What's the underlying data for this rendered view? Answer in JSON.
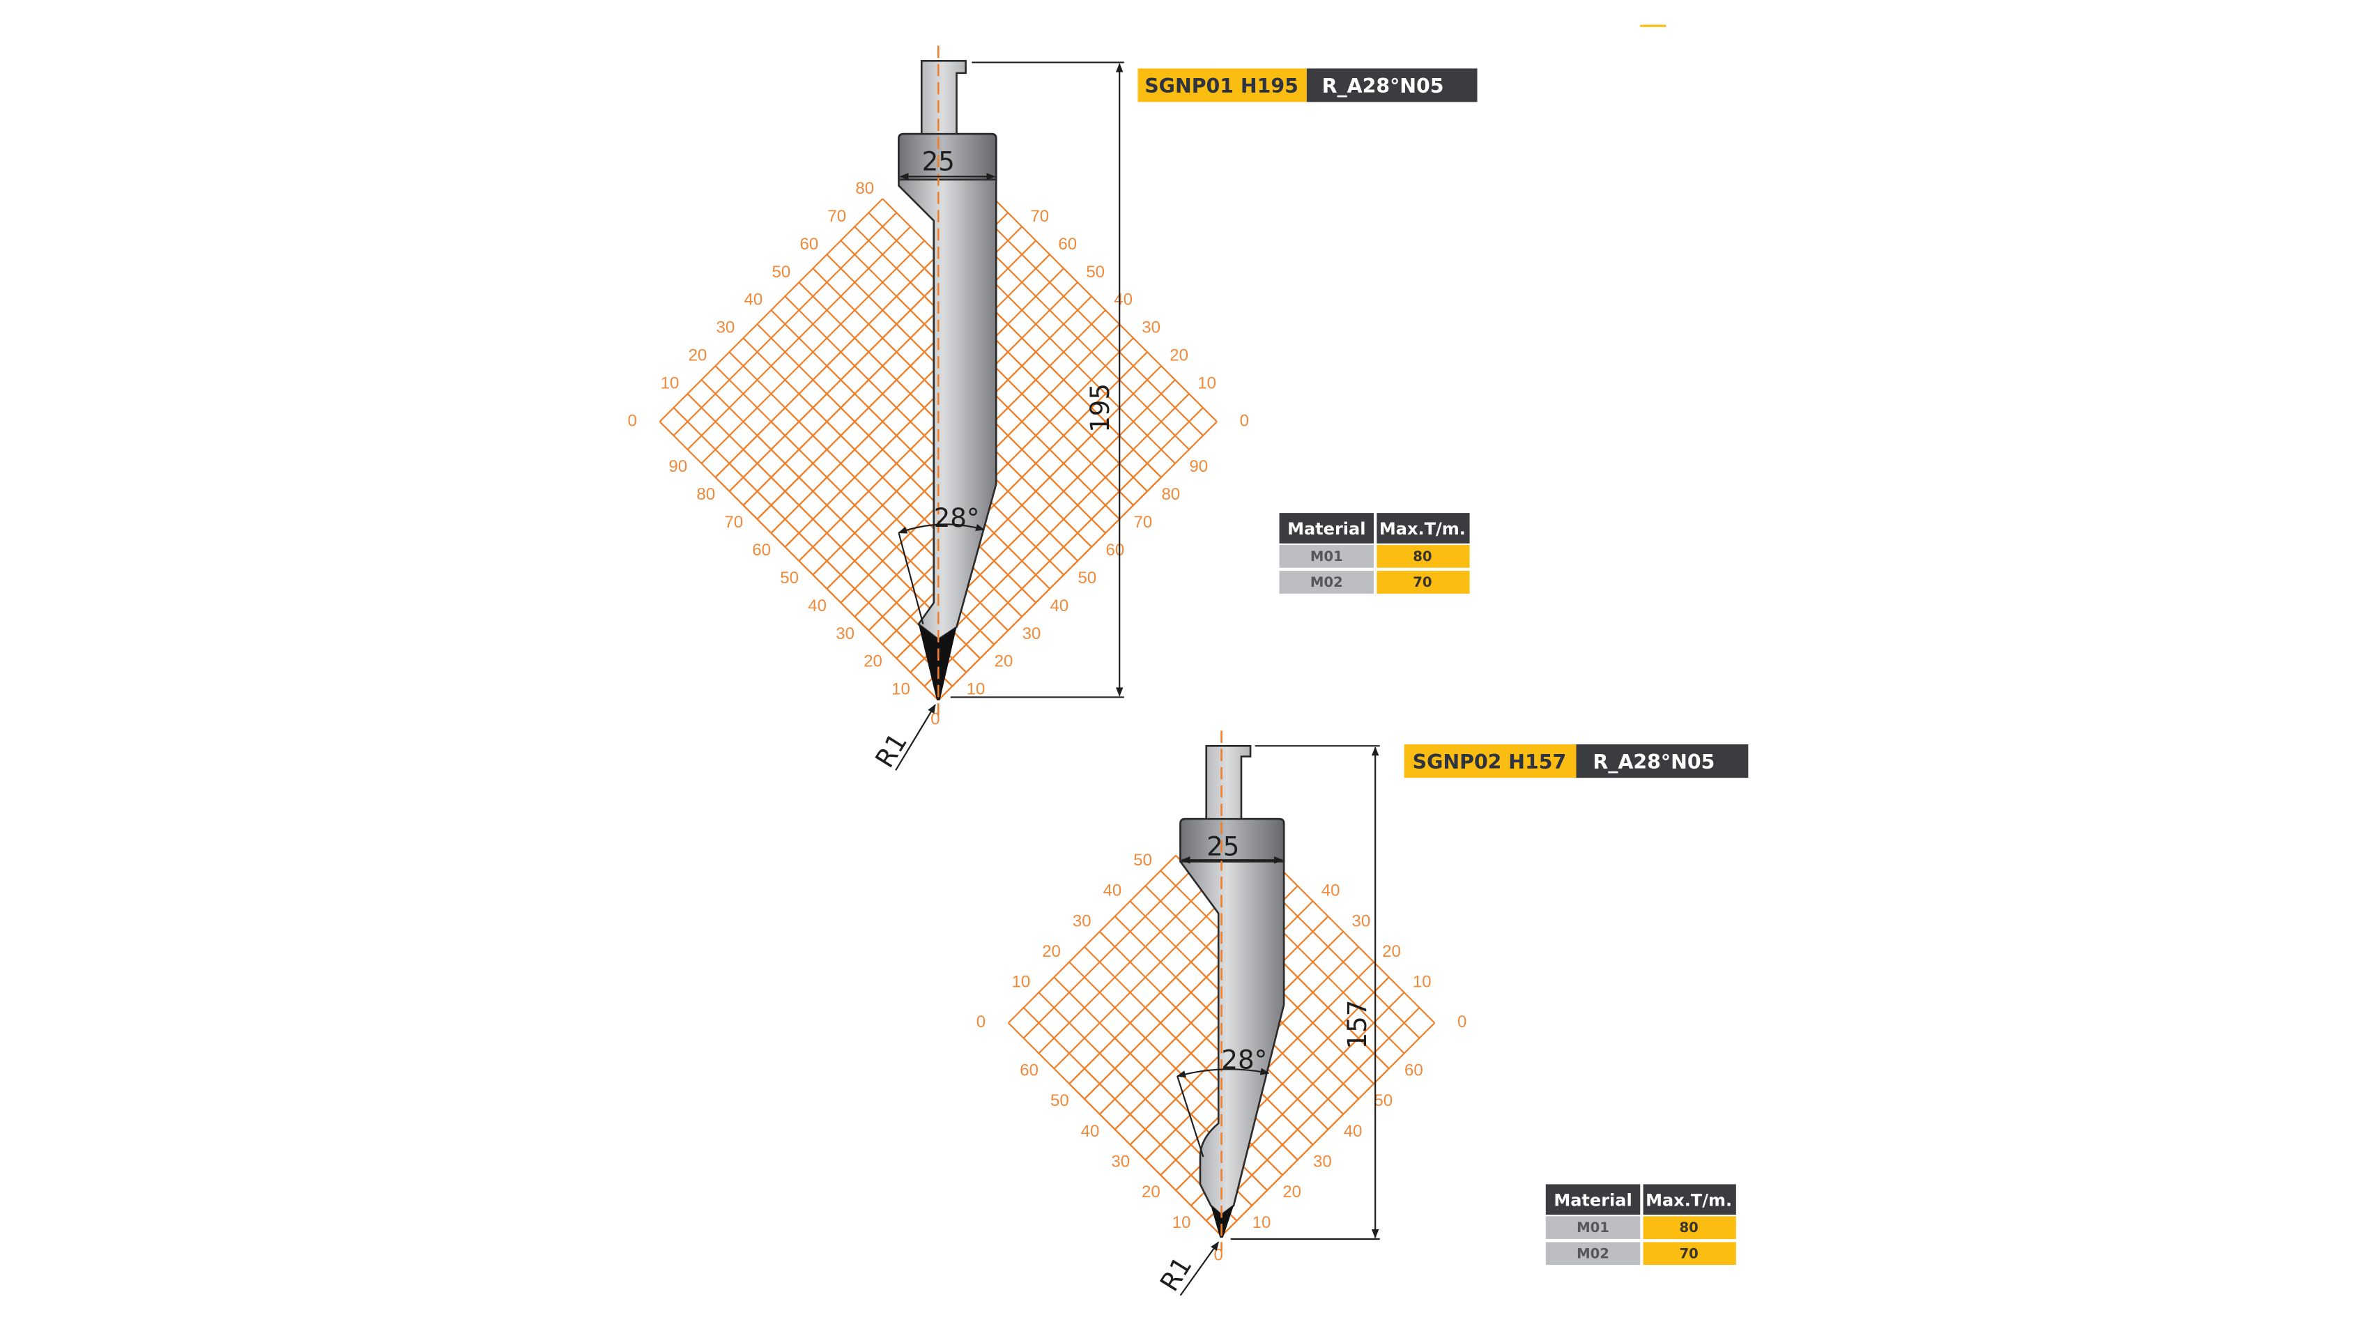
{
  "colors": {
    "grid": "#f07f2a",
    "label_yellow": "#fbbd12",
    "label_dark": "#3b3c40",
    "row_gray": "#bcbec1",
    "centerline": "#f07f2a"
  },
  "tools": [
    {
      "code": "SGNP01 H195",
      "profile": "R_A28°N05",
      "width_dim": "25",
      "height_dim": "195",
      "angle": "28°",
      "radius": "R1",
      "grid": {
        "left_lower": [
          "10",
          "20",
          "30",
          "40",
          "50",
          "60",
          "70",
          "80",
          "90"
        ],
        "left_upper": [
          "10",
          "20",
          "30",
          "40",
          "50",
          "60",
          "70",
          "80"
        ],
        "right_lower": [
          "10",
          "20",
          "30",
          "40",
          "50",
          "60",
          "70",
          "80",
          "90"
        ],
        "right_upper": [
          "10",
          "20",
          "30",
          "40",
          "50",
          "60",
          "70"
        ],
        "vertex_left": "0",
        "vertex_right": "0",
        "vertex_bottom": "0"
      },
      "table": {
        "headers": [
          "Material",
          "Max.T/m."
        ],
        "rows": [
          [
            "M01",
            "80"
          ],
          [
            "M02",
            "70"
          ]
        ]
      }
    },
    {
      "code": "SGNP02 H157",
      "profile": "R_A28°N05",
      "width_dim": "25",
      "height_dim": "157",
      "angle": "28°",
      "radius": "R1",
      "grid": {
        "left_lower": [
          "10",
          "20",
          "30",
          "40",
          "50",
          "60"
        ],
        "left_upper": [
          "10",
          "20",
          "30",
          "40",
          "50"
        ],
        "right_lower": [
          "10",
          "20",
          "30",
          "40",
          "50",
          "60"
        ],
        "right_upper": [
          "10",
          "20",
          "30",
          "40"
        ],
        "vertex_left": "0",
        "vertex_right": "0",
        "vertex_bottom": "0"
      },
      "table": {
        "headers": [
          "Material",
          "Max.T/m."
        ],
        "rows": [
          [
            "M01",
            "80"
          ],
          [
            "M02",
            "70"
          ]
        ]
      }
    }
  ]
}
